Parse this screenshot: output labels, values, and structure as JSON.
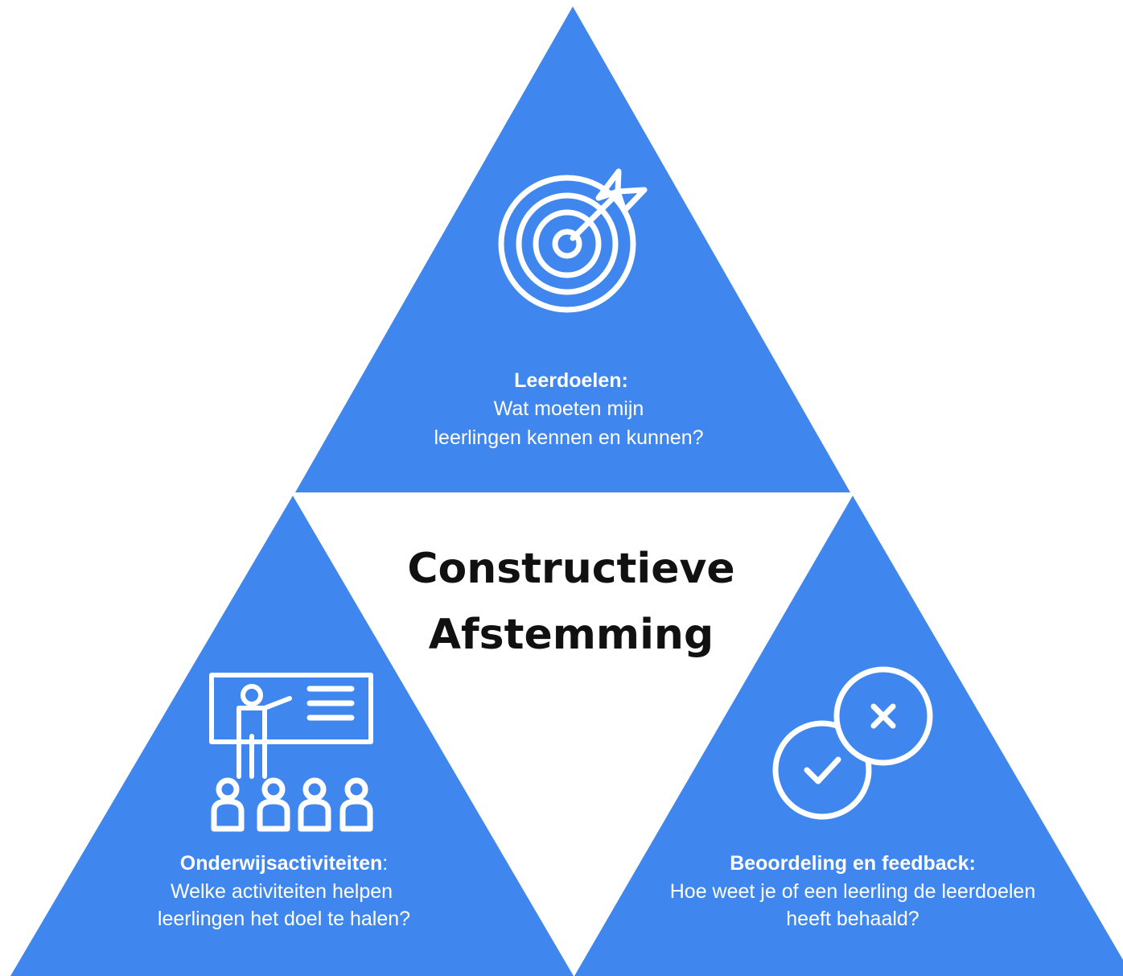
{
  "colors": {
    "triangle_fill": "#3f87ee",
    "background": "#ffffff",
    "text_on_blue": "#ffffff",
    "title_text": "#111111"
  },
  "center": {
    "title_line1": "Constructieve",
    "title_line2": "Afstemming"
  },
  "top": {
    "icon": "target-icon",
    "heading": "Leerdoelen:",
    "line1": "Wat moeten mijn",
    "line2": "leerlingen kennen en kunnen?"
  },
  "left": {
    "icon": "teacher-presentation-icon",
    "heading": "Onderwijsactiviteiten",
    "heading_suffix": ":",
    "line1": "Welke activiteiten helpen",
    "line2": "leerlingen het doel te halen?"
  },
  "right": {
    "icon": "check-cross-icon",
    "heading": "Beoordeling en feedback:",
    "line1": "Hoe weet je of een leerling de leerdoelen",
    "line2": "heeft behaald?"
  }
}
